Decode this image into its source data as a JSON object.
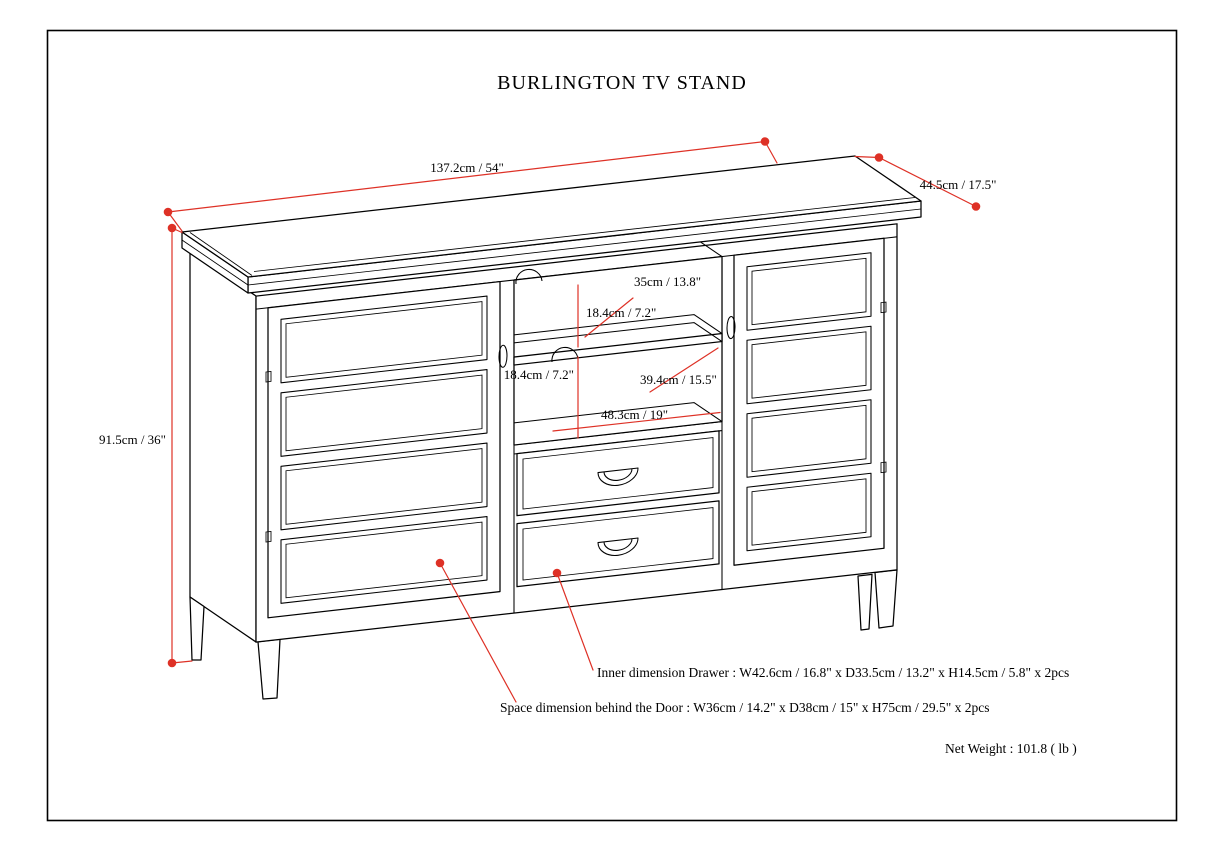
{
  "page": {
    "title": "BURLINGTON TV STAND"
  },
  "dimensions": {
    "overall_width": "137.2cm / 54\"",
    "overall_depth": "44.5cm / 17.5\"",
    "overall_height": "91.5cm / 36\"",
    "shelf_depth_top": "35cm / 13.8\"",
    "opening_height_top": "18.4cm / 7.2\"",
    "opening_height_bottom": "18.4cm / 7.2\"",
    "interior_depth": "39.4cm / 15.5\"",
    "opening_width": "48.3cm / 19\""
  },
  "annotations": {
    "drawer_dimension": "Inner dimension Drawer : W42.6cm / 16.8\" x D33.5cm / 13.2\" x H14.5cm / 5.8\" x 2pcs",
    "door_dimension": "Space dimension behind the Door  : W36cm / 14.2\" x D38cm / 15\" x H75cm / 29.5\" x 2pcs",
    "net_weight": "Net Weight :  101.8 ( lb )"
  },
  "colors": {
    "dimension_red": "#de3126"
  }
}
